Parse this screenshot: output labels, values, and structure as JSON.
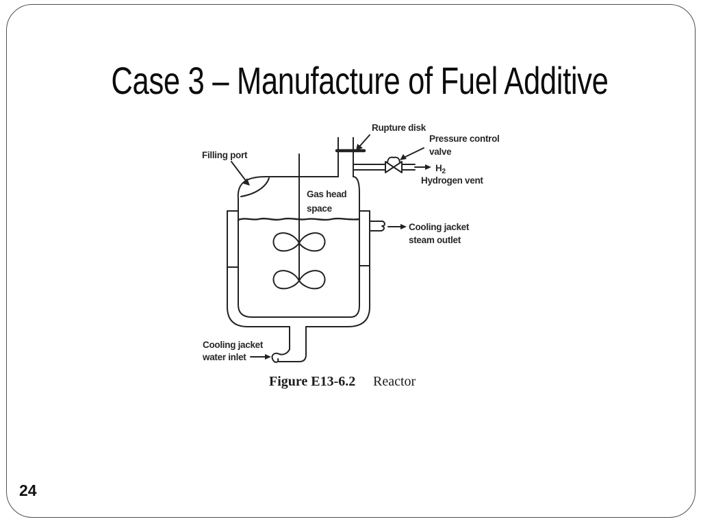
{
  "slide": {
    "title": "Case 3 – Manufacture of Fuel Additive",
    "page_number": "24"
  },
  "diagram": {
    "ink_color": "#222222",
    "labels": {
      "filling_port": "Filling port",
      "rupture_disk": "Rupture disk",
      "pressure_control_line1": "Pressure control",
      "pressure_control_line2": "valve",
      "h2_main": "H",
      "h2_sub": "2",
      "hydrogen_vent": "Hydrogen vent",
      "gas_head_line1": "Gas head",
      "gas_head_line2": "space",
      "steam_outlet_line1": "Cooling jacket",
      "steam_outlet_line2": "steam outlet",
      "water_inlet_line1": "Cooling jacket",
      "water_inlet_line2": "water inlet"
    },
    "caption": {
      "figure": "Figure E13-6.2",
      "name": "Reactor"
    }
  }
}
